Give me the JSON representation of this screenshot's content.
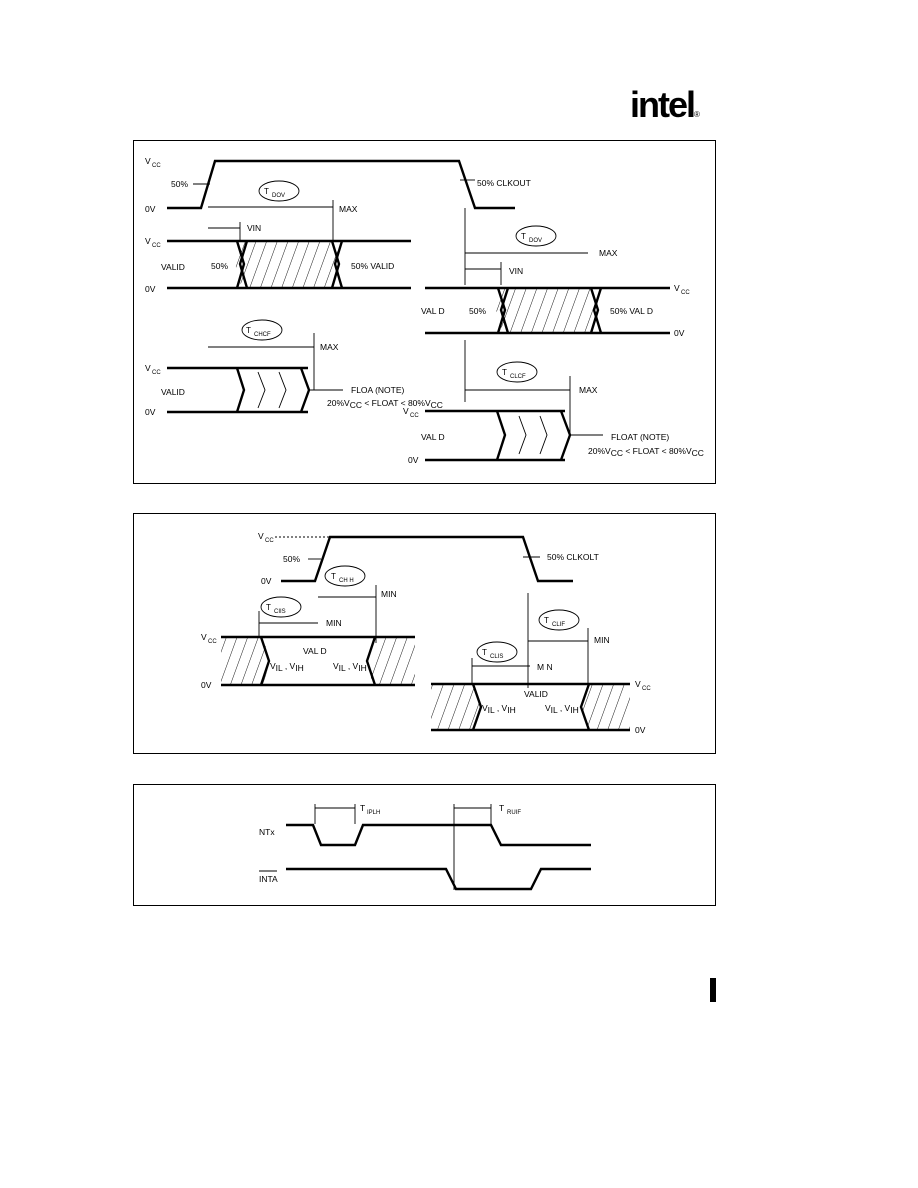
{
  "logo": {
    "text": "intel",
    "reg": "®"
  },
  "panel1": {
    "vcc": "V",
    "cc": "CC",
    "zero_v": "0V",
    "pct50": "50%",
    "t_dov": "T",
    "t_dov_sub": "DOV",
    "max": "MAX",
    "vin": "VIN",
    "valid": "VALID",
    "pct50_valid": "50%  VALID",
    "clkout": "50%  CLKOUT",
    "t_dov2": "T",
    "t_dov2_sub": "DOV",
    "max2": "MAX",
    "vin2": "VIN",
    "vcc_r": "V",
    "cc_r": "CC",
    "valid_r": "VAL D",
    "pct50_l": "50%",
    "pct50_valid_r": "50%   VAL D",
    "zero_v_r": "0V",
    "t_chcf": "T",
    "t_chcf_sub": "CHCF",
    "max3": "MAX",
    "valid_f": "VALID",
    "float_note": "FLOA  (NOTE)",
    "float_cond": "20%V",
    "float_cond_b": "CC",
    "float_cond_c": " < FLOAT < 80%V",
    "float_cond_d": "CC",
    "t_clcf": "T",
    "t_clcf_sub": "CLCF",
    "max4": "MAX",
    "vcc_f2": "V",
    "cc_f2": "CC",
    "valid_f2": "VAL D",
    "float_note2": "FLOAT  (NOTE)",
    "float_cond2": "20%V",
    "float_cond2_b": "CC",
    "float_cond2_c": " < FLOAT < 80%V",
    "float_cond2_d": "CC",
    "zero_v_f2": "0V"
  },
  "panel2": {
    "vcc": "V",
    "cc": "CC",
    "pct50": "50%",
    "zero_v": "0V",
    "t_chih": "T",
    "t_chih_sub": "CH H",
    "min1": "MIN",
    "t_ciis": "T",
    "t_ciis_sub": "CIIS",
    "min2": "MIN",
    "clkout": "50%  CLKOLT",
    "t_clih": "T",
    "t_clih_sub": "CLIF",
    "min3": "MIN",
    "vcc_l": "V",
    "cc_l": "CC",
    "valid_l": "VAL D",
    "vil_vih": "V",
    "il": "IL",
    "vih_sep": " , V",
    "ih": "IH",
    "vil_vih_b": "V",
    "il_b": "IL",
    "vih_sep_b": " , V",
    "ih_b": "IH",
    "zero_v_l": "0V",
    "t_clis": "T",
    "t_clis_sub": "CLIS",
    "min4": "M N",
    "valid_r": "VALID",
    "vcc_r": "V",
    "cc_r": "CC",
    "vil_vih_r": "V",
    "il_r": "IL",
    "vih_sep_r": " , V",
    "ih_r": "IH",
    "vil_vih_r2": "V",
    "il_r2": "IL",
    "vih_sep_r2": " , V",
    "ih_r2": "IH",
    "zero_v_r": "0V"
  },
  "panel3": {
    "t_iplh": "T",
    "t_iplh_sub": "IPLH",
    "t_ruh": "T",
    "t_ruh_sub": "RUIF",
    "ntx": "NTx",
    "inta": "INTA"
  }
}
